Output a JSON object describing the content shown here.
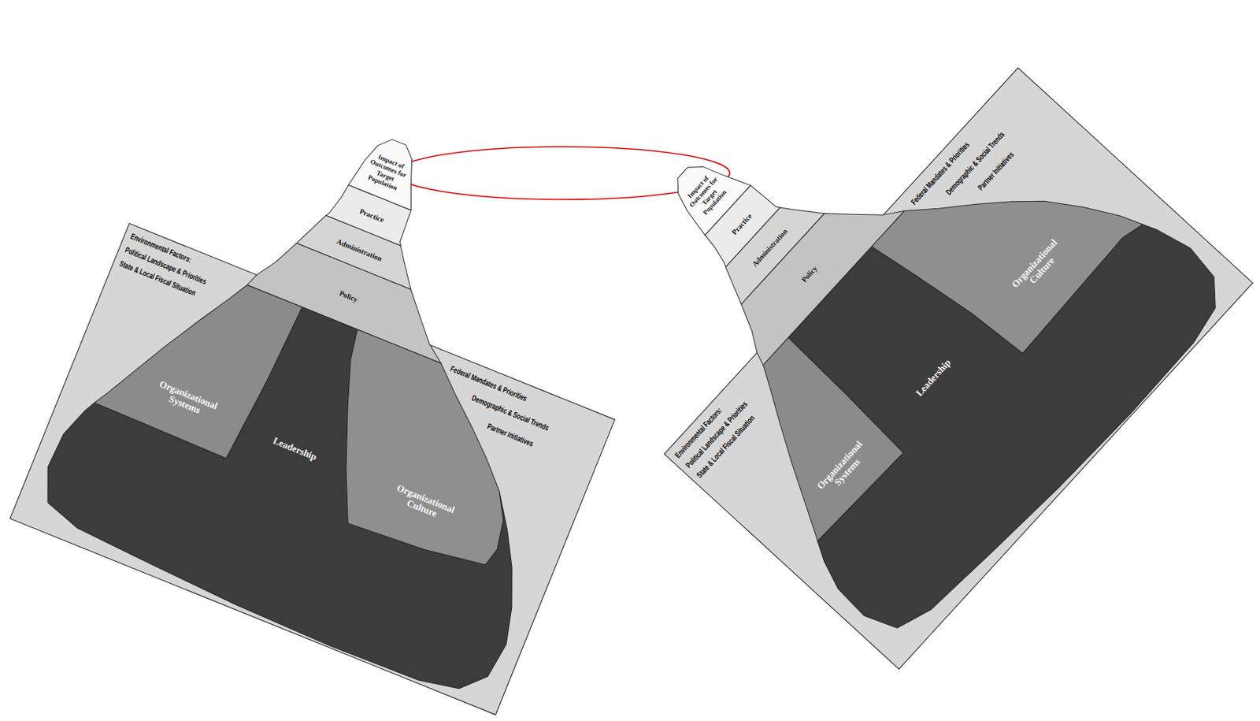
{
  "diagram": {
    "nodes": [
      {
        "text": [
          "Environmental Factors:",
          "Political Landscape & Priorities",
          "State & Local Fiscal Situation",
          "Federal Mandates & Priorities",
          "Demographic & Social Trends",
          "Partner Initiatives"
        ]
      },
      {
        "text": [
          "Impact of Outcomes for Target Population"
        ]
      },
      {
        "text": [
          "Practice"
        ]
      },
      {
        "text": [
          "Administration"
        ]
      },
      {
        "text": [
          "Policy"
        ]
      },
      {
        "text": [
          "Organizational Systems"
        ]
      },
      {
        "text": [
          "Leadership"
        ]
      },
      {
        "text": [
          "Organizational Culture"
        ]
      },
      {
        "text": [
          "Environmental Factors:",
          "Political Landscape & Priorities",
          "State & Local Fiscal Situation",
          "Federal Mandates & Priorities",
          "Demographic & Social Trends",
          "Partner Initiatives"
        ]
      },
      {
        "text": [
          "Impact of Outcomes for Target Population"
        ]
      },
      {
        "text": [
          "Practice"
        ]
      },
      {
        "text": [
          "Administration"
        ]
      },
      {
        "text": [
          "Policy"
        ]
      },
      {
        "text": [
          "Organizational Systems"
        ]
      },
      {
        "text": [
          "Leadership"
        ]
      },
      {
        "text": [
          "Organizational Culture"
        ]
      }
    ]
  }
}
